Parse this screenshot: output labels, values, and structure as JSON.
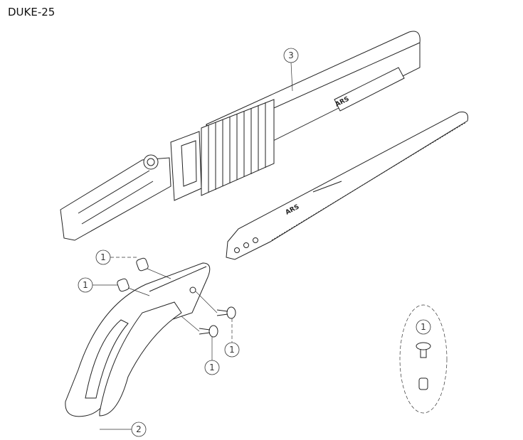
{
  "title": "DUKE-25",
  "logo_text": "ARS",
  "callouts": {
    "sheath": "3",
    "handle": "2",
    "fastener_nut_upper": "1",
    "fastener_nut_lower": "1",
    "fastener_screw_right": "1",
    "fastener_screw_lower": "1",
    "fastener_detail": "1"
  }
}
